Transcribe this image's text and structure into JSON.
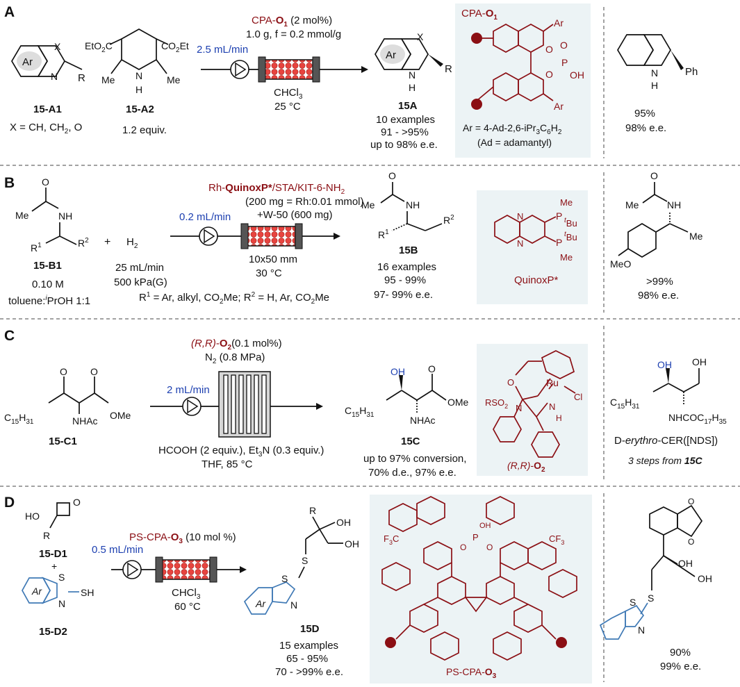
{
  "sections": {
    "A": {
      "letter": "A",
      "catalyst_line": [
        "CPA-",
        "O",
        "1",
        " (2 mol%)"
      ],
      "loading": "1.0 g, f = 0.2 mmol/g",
      "flow": "2.5 mL/min",
      "solvent": [
        "CHCl",
        "3"
      ],
      "temp": "25 °C",
      "sub1": {
        "id": "15-A1",
        "note": [
          "X = CH, CH",
          "2",
          ", O"
        ],
        "ring_label": "Ar",
        "x_label": "X",
        "n_label": "N",
        "r_label": "R"
      },
      "sub2": {
        "id": "15-A2",
        "note": "1.2 equiv.",
        "eto_left": [
          "EtO",
          "2",
          "C"
        ],
        "eto_right": [
          "CO",
          "2",
          "Et"
        ],
        "me": "Me",
        "n": "N",
        "h": "H"
      },
      "product": {
        "id": "15A",
        "ring_label": "Ar",
        "x_label": "X",
        "n_label": "N",
        "h_label": "H",
        "r_label": "R",
        "stats": [
          "10 examples",
          "91 - >95%",
          "up to 98% e.e."
        ]
      },
      "cat_box": {
        "title": [
          "CPA-",
          "O",
          "1"
        ],
        "ar": "Ar",
        "o": "O",
        "p": "P",
        "oh": "OH",
        "def1": [
          "Ar = 4-Ad-2,6-iPr",
          "3",
          "C",
          "6",
          "H",
          "2"
        ],
        "def2": "(Ad = adamantyl)"
      },
      "example": {
        "n": "N",
        "h": "H",
        "ph": "Ph",
        "yield": "95%",
        "ee": "98% e.e."
      }
    },
    "B": {
      "letter": "B",
      "catalyst_line": [
        "Rh-",
        "QuinoxP*",
        "/STA/KIT-6-NH",
        "2"
      ],
      "loading": "(200 mg = Rh:0.01 mmol)",
      "additive": "+W-50 (600 mg)",
      "flow": "0.2 mL/min",
      "column": "10x50 mm",
      "temp": "30 °C",
      "h2": [
        "H",
        "2"
      ],
      "plus": "+",
      "h2_flow": "25 mL/min",
      "h2_pressure": "500 kPa(G)",
      "sub": {
        "id": "15-B1",
        "conc": "0.10 M",
        "solvent": [
          "toluene:",
          "i",
          "PrOH 1:1"
        ],
        "me": "Me",
        "nh": "NH",
        "o": "O",
        "r1": [
          "R",
          "1"
        ],
        "r2": [
          "R",
          "2"
        ]
      },
      "rgroups": [
        "R",
        "1",
        " = Ar, alkyl, CO",
        "2",
        "Me; R",
        "2",
        " = H, Ar, CO",
        "2",
        "Me"
      ],
      "product": {
        "id": "15B",
        "me": "Me",
        "nh": "NH",
        "o": "O",
        "r1": [
          "R",
          "1"
        ],
        "r2": [
          "R",
          "2"
        ],
        "stats": [
          "16 examples",
          "95 - 99%",
          "97- 99% e.e."
        ]
      },
      "cat_box": {
        "name": "QuinoxP*",
        "me": "Me",
        "tbu": [
          "t",
          "Bu"
        ],
        "p": "P",
        "n": "N"
      },
      "example": {
        "me1": "Me",
        "nh": "NH",
        "o": "O",
        "me2": "Me",
        "meo": "MeO",
        "yield": ">99%",
        "ee": "98% e.e."
      }
    },
    "C": {
      "letter": "C",
      "catalyst_line": [
        "(R,R)",
        "-",
        "O",
        "2",
        "(0.1 mol%)"
      ],
      "gas": [
        "N",
        "2",
        " (0.8 MPa)"
      ],
      "flow": "2 mL/min",
      "reagents": [
        "HCOOH (2 equiv.), Et",
        "3",
        "N (0.3 equiv.)"
      ],
      "conditions": "THF, 85 °C",
      "sub": {
        "id": "15-C1",
        "chain": [
          "C",
          "15",
          "H",
          "31"
        ],
        "o1": "O",
        "o2": "O",
        "ome": "OMe",
        "nhac": "NHAc"
      },
      "product": {
        "id": "15C",
        "oh": "OH",
        "chain": [
          "C",
          "15",
          "H",
          "31"
        ],
        "o": "O",
        "ome": "OMe",
        "nhac": "NHAc",
        "stats": [
          "up to 97% conversion,",
          "70% d.e., 97% e.e."
        ]
      },
      "cat_box": {
        "name": [
          "(R,R)",
          "-",
          "O",
          "2"
        ],
        "rso2": [
          "RSO",
          "2"
        ],
        "o": "O",
        "ru": "Ru",
        "cl": "Cl",
        "n": "N",
        "nh": "N",
        "h": "H"
      },
      "example": {
        "oh1": "OH",
        "oh2": "OH",
        "chain": [
          "C",
          "15",
          "H",
          "31"
        ],
        "nh": [
          "NHCOC",
          "17",
          "H",
          "35"
        ],
        "name": [
          "D-",
          "erythro",
          "-CER([NDS])"
        ],
        "note": [
          "3 steps from ",
          "15C"
        ]
      }
    },
    "D": {
      "letter": "D",
      "catalyst_line": [
        "PS-CPA-",
        "O",
        "3",
        " (10 mol %)"
      ],
      "flow": "0.5 mL/min",
      "solvent": [
        "CHCl",
        "3"
      ],
      "temp": "60 °C",
      "sub1": {
        "id": "15-D1",
        "ho": "HO",
        "r": "R",
        "o": "O"
      },
      "plus": "+",
      "sub2": {
        "id": "15-D2",
        "ar": "Ar",
        "s": "S",
        "n": "N",
        "sh": "SH"
      },
      "product": {
        "id": "15D",
        "r": "R",
        "oh1": "OH",
        "oh2": "OH",
        "s1": "S",
        "s2": "S",
        "n": "N",
        "ar": "Ar",
        "stats": [
          "15 examples",
          "65 - 95%",
          "70 - >99% e.e."
        ]
      },
      "cat_box": {
        "name": [
          "PS-CPA-",
          "O",
          "3"
        ],
        "cf3": [
          "F",
          "3",
          "C"
        ],
        "cf3b": [
          "CF",
          "3"
        ],
        "o": "O",
        "p": "P",
        "oh": "OH"
      },
      "example": {
        "oh1": "OH",
        "oh2": "OH",
        "o1": "O",
        "o2": "O",
        "s1": "S",
        "s2": "S",
        "n": "N",
        "yield": "90%",
        "ee": "99% e.e."
      }
    }
  },
  "colors": {
    "accent": "#8b0f14",
    "flow": "#1c3fb0",
    "heteroaryl": "#3f79b5",
    "box_bg": "#ecf3f5",
    "bead": "#e8443f"
  }
}
